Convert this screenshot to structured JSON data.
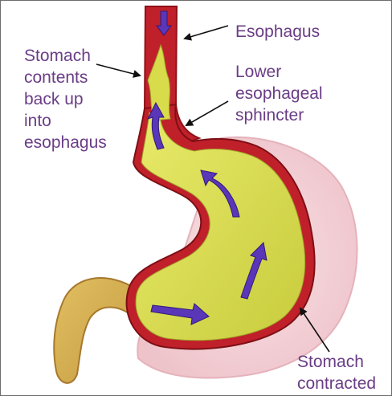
{
  "diagram": {
    "labels": {
      "esophagus": "Esophagus",
      "stomach_contents": "Stomach\ncontents\nback up\ninto\nesophagus",
      "lower_esophageal_sphincter": "Lower\nesophageal\nsphincter",
      "stomach_contracted": "Stomach\ncontracted"
    },
    "colors": {
      "label_text": "#6a3d86",
      "stomach_wall": "#c0202a",
      "stomach_contents": "#d9dc4a",
      "flow_arrows": "#5a36b8",
      "relaxed_stomach_outline": "#f0c8cf"
    }
  }
}
